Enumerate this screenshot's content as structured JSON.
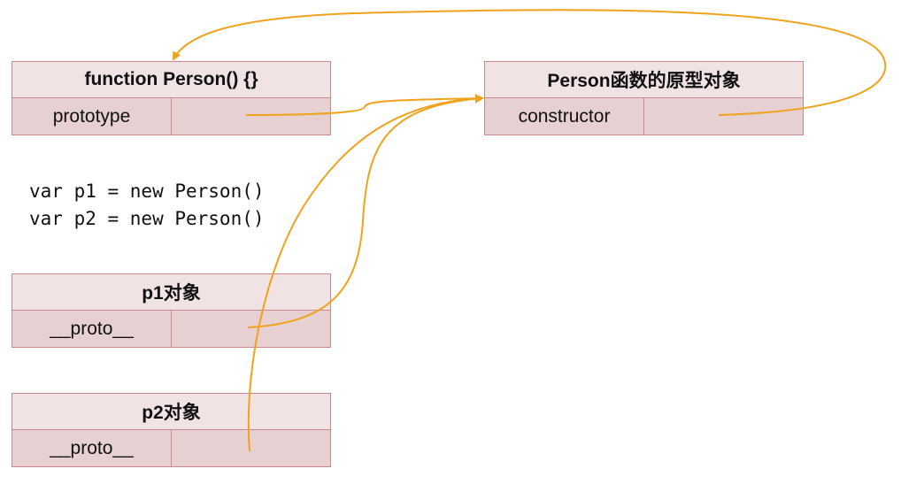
{
  "colors": {
    "arrow": "#f0a21c",
    "box_border": "#c9888a",
    "header_fill": "#f1e3e3",
    "row_fill": "#e6d0d1"
  },
  "person_function": {
    "title": "function Person() {}",
    "field_label": "prototype"
  },
  "person_prototype": {
    "title": "Person函数的原型对象",
    "field_label": "constructor"
  },
  "code": {
    "line1": "var p1 = new Person()",
    "line2": "var p2 = new Person()"
  },
  "p1": {
    "title": "p1对象",
    "field_label": "__proto__"
  },
  "p2": {
    "title": "p2对象",
    "field_label": "__proto__"
  }
}
